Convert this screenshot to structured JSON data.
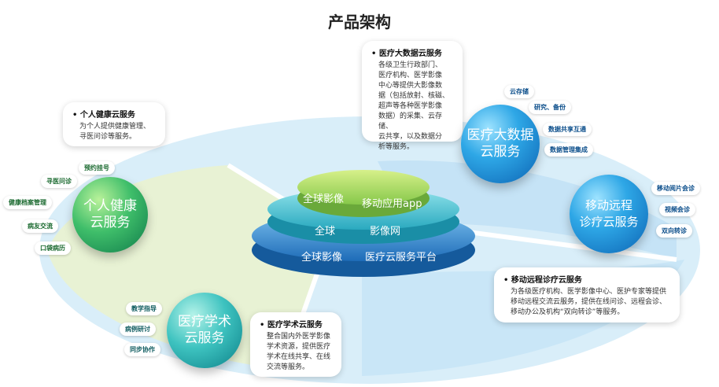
{
  "title": "产品架构",
  "platform": {
    "top_left": "全球影像",
    "top_right": "移动应用app",
    "middle_left": "全球",
    "middle_right": "影像网",
    "bottom_left": "全球影像",
    "bottom_right": "医疗云服务平台"
  },
  "bigdata": {
    "sphere": [
      "医疗大数据",
      "云服务"
    ],
    "card_title": "医疗大数据云服务",
    "card_lines": [
      "各级卫生行政部门、",
      "医疗机构、医学影像",
      "中心等提供大影像数",
      "据（包括放射、核磁、",
      "超声等各种医学影像",
      "数据）的采集、云存储、",
      "云共享，以及数据分",
      "析等服务。"
    ],
    "pills": [
      "云存储",
      "研究、备份",
      "数据共享互通",
      "数据管理集成"
    ]
  },
  "personal": {
    "sphere": [
      "个人健康",
      "云服务"
    ],
    "card_title": "个人健康云服务",
    "card_lines": [
      "为个人提供健康管理、",
      "寻医问诊等服务。"
    ],
    "pills": [
      "预约挂号",
      "寻医问诊",
      "健康档案管理",
      "病友交流",
      "口袋病历"
    ]
  },
  "remote": {
    "sphere": [
      "移动远程",
      "诊疗云服务"
    ],
    "card_title": "移动远程诊疗云服务",
    "card_lines": [
      "为各级医疗机构、医学影像中心、医护专家等提供",
      "移动远程交流云服务，提供在线问诊、远程会诊、",
      "移动办公及机构“双向转诊”等服务。"
    ],
    "pills": [
      "移动阅片会诊",
      "视频会诊",
      "双向转诊"
    ]
  },
  "academic": {
    "sphere": [
      "医疗学术",
      "云服务"
    ],
    "card_title": "医疗学术云服务",
    "card_lines": [
      "整合国内外医学影像",
      "学术资源，提供医疗",
      "学术在线共享、在线",
      "交流等服务。"
    ],
    "pills": [
      "教学指导",
      "病例研讨",
      "同步协作"
    ]
  },
  "colors": {
    "blue_band": "#cfe9f8",
    "green_band": "#e6f1cf",
    "tier_green": "#9fd05a",
    "tier_teal": "#4cc0cf",
    "tier_blue": "#2f7fc7"
  }
}
